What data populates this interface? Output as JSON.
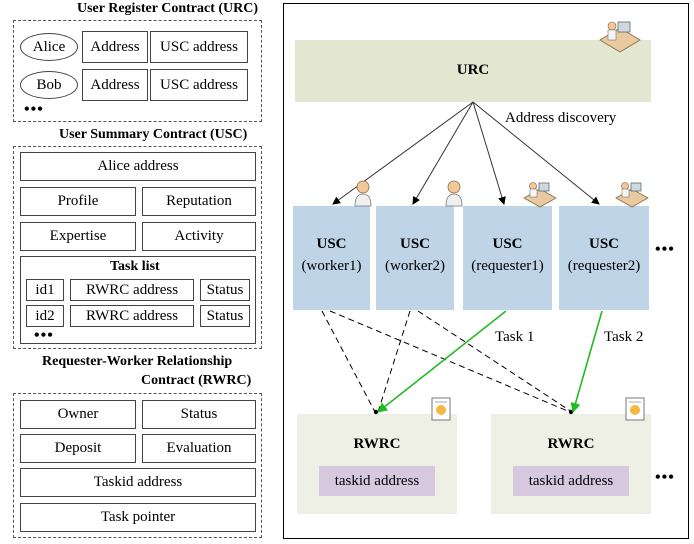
{
  "urc_section": {
    "title": "User Register Contract (URC)",
    "rows": [
      {
        "name": "Alice",
        "address": "Address",
        "usc": "USC address"
      },
      {
        "name": "Bob",
        "address": "Address",
        "usc": "USC address"
      }
    ],
    "more": "•••"
  },
  "usc_section": {
    "title": "User Summary Contract (USC)",
    "address": "Alice address",
    "profile": "Profile",
    "reputation": "Reputation",
    "expertise": "Expertise",
    "activity": "Activity",
    "task_list": {
      "title": "Task list",
      "rows": [
        {
          "id": "id1",
          "rwrc": "RWRC address",
          "status": "Status"
        },
        {
          "id": "id2",
          "rwrc": "RWRC address",
          "status": "Status"
        }
      ],
      "more": "•••"
    }
  },
  "rwrc_section": {
    "title_line1": "Requester-Worker Relationship",
    "title_line2": "Contract (RWRC)",
    "owner": "Owner",
    "status": "Status",
    "deposit": "Deposit",
    "evaluation": "Evaluation",
    "taskid_address": "Taskid address",
    "task_pointer": "Task pointer"
  },
  "diagram": {
    "urc_label": "URC",
    "address_discovery": "Address discovery",
    "usc_nodes": [
      {
        "title": "USC",
        "subtitle": "(worker1)"
      },
      {
        "title": "USC",
        "subtitle": "(worker2)"
      },
      {
        "title": "USC",
        "subtitle": "(requester1)"
      },
      {
        "title": "USC",
        "subtitle": "(requester2)"
      }
    ],
    "usc_more": "•••",
    "task1": "Task 1",
    "task2": "Task 2",
    "rwrc_nodes": [
      {
        "title": "RWRC",
        "taskid": "taskid address"
      },
      {
        "title": "RWRC",
        "taskid": "taskid address"
      }
    ],
    "rwrc_more": "•••",
    "colors": {
      "urc": "#e3e6d1",
      "usc": "#bfd4e6",
      "rwrc": "#eef0e5",
      "taskid": "#d6c9df",
      "task_arrow": "#22bb22"
    },
    "icons": [
      "computer-user-icon",
      "person-icon",
      "document-icon"
    ]
  }
}
